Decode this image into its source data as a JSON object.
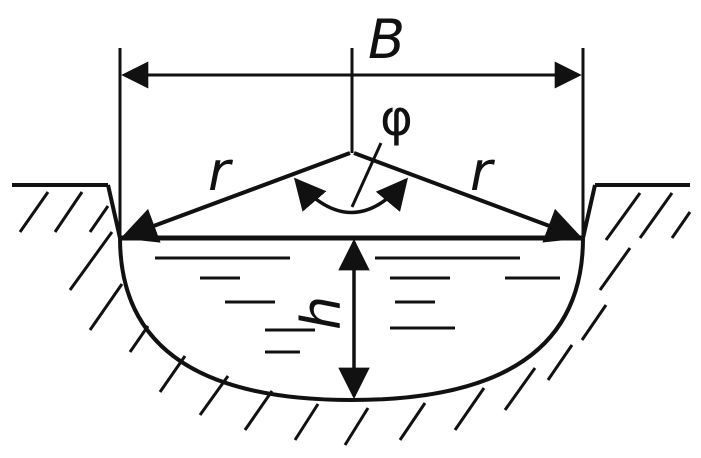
{
  "diagram": {
    "labels": {
      "width": "B",
      "radius_left": "r",
      "radius_right": "r",
      "angle": "φ",
      "depth": "h"
    },
    "colors": {
      "ink": "#111111",
      "background": "#ffffff"
    }
  }
}
